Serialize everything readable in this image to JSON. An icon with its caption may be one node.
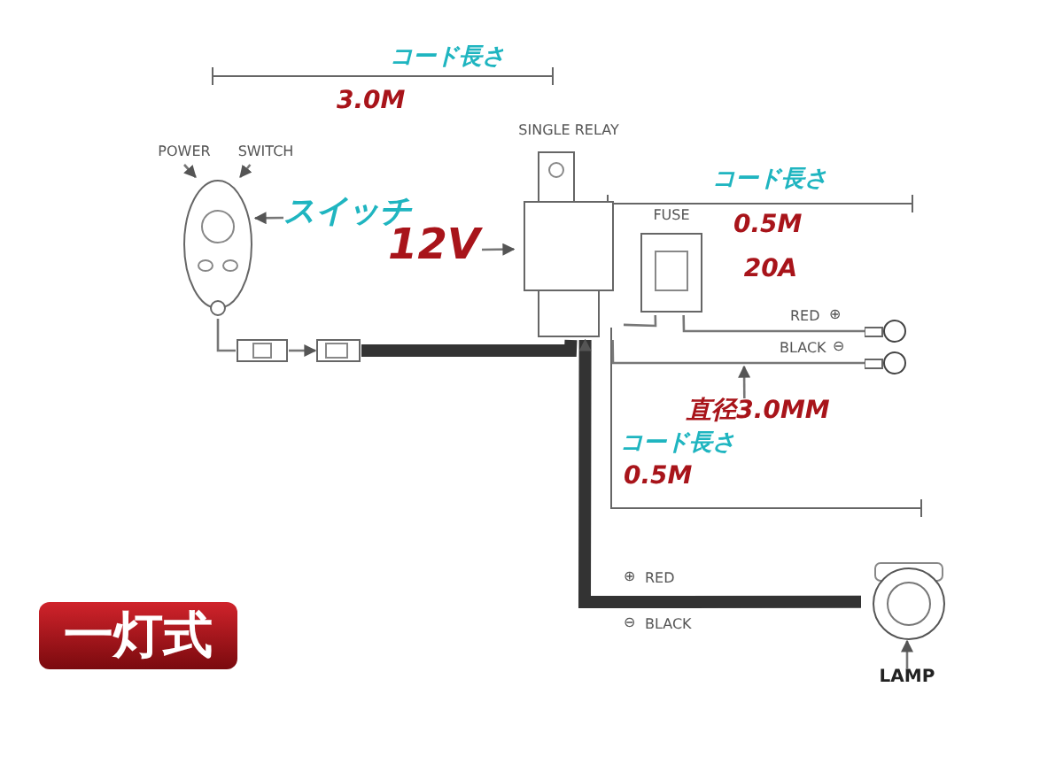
{
  "diagram": {
    "nodes": [
      {
        "text": [],
        "shape": "picture"
      },
      {
        "text": [
          "POWER"
        ]
      },
      {
        "text": [
          "SWITCH"
        ]
      },
      {
        "text": [
          "スイッチ"
        ]
      },
      {
        "text": [],
        "shape": "picture"
      },
      {
        "text": [],
        "shape": "picture"
      },
      {
        "text": [
          "SINGLE RELAY"
        ]
      },
      {
        "text": [
          "12V"
        ]
      },
      {
        "text": [
          "FUSE"
        ]
      },
      {
        "text": [
          "20A"
        ]
      },
      {
        "text": [],
        "shape": "circle"
      },
      {
        "text": [],
        "shape": "circle"
      },
      {
        "text": [
          "直径3.0MM"
        ]
      },
      {
        "text": [],
        "shape": "picture"
      },
      {
        "text": [
          "LAMP"
        ]
      }
    ],
    "edges": [
      {
        "from": 1,
        "to": 0,
        "arrow": "to"
      },
      {
        "from": 2,
        "to": 0,
        "arrow": "to"
      },
      {
        "from": 3,
        "to": 0,
        "arrow": "to"
      },
      {
        "from": 0,
        "to": 4,
        "arrow": "none"
      },
      {
        "from": 4,
        "to": 5,
        "arrow": "to"
      },
      {
        "from": 5,
        "to": 6,
        "arrow": "none",
        "style": "thick"
      },
      {
        "from": 7,
        "to": 6,
        "arrow": "to"
      },
      {
        "from": 6,
        "to": 8,
        "arrow": "none"
      },
      {
        "from": 8,
        "to": 10,
        "arrow": "none"
      },
      {
        "from": 6,
        "to": 11,
        "arrow": "none"
      },
      {
        "from": 12,
        "to": null,
        "arrow": "to"
      },
      {
        "from": 14,
        "to": 13,
        "arrow": "to"
      },
      {
        "from": 13,
        "to": 6,
        "arrow": "to",
        "style": "thick"
      }
    ],
    "labels": [
      "コード長さ",
      "3.0M",
      "コード長さ",
      "0.5M",
      "RED",
      "⊕",
      "BLACK",
      "⊖",
      "コード長さ",
      "0.5M",
      "⊕",
      "RED",
      "⊖",
      "BLACK",
      "一灯式"
    ]
  }
}
